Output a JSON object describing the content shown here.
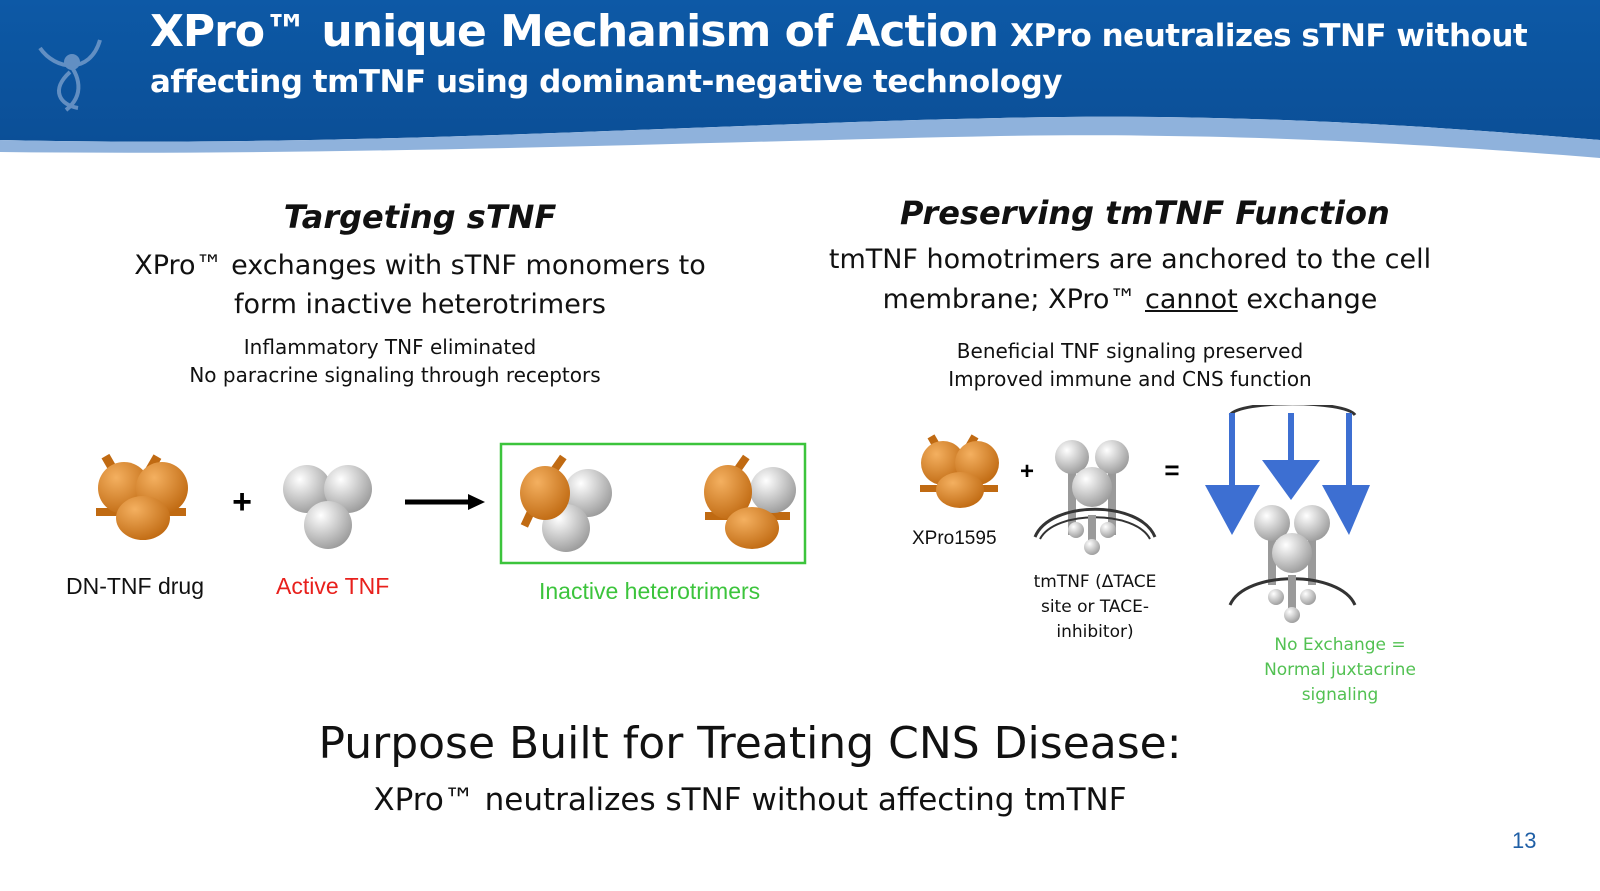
{
  "header": {
    "title_main": "XPro™ unique Mechanism of Action",
    "title_sub": "XPro neutralizes sTNF without",
    "title_line2": "affecting tmTNF using dominant-negative technology",
    "colors": {
      "band": "#0e5aa7",
      "band_light": "#5b8fc9"
    }
  },
  "left": {
    "title": "Targeting sTNF",
    "line1": "XPro™ exchanges with sTNF monomers to",
    "line2": "form inactive heterotrimers",
    "bullet1": "Inflammatory TNF eliminated",
    "bullet2": "No paracrine signaling through receptors",
    "label_drug": "DN-TNF drug",
    "label_active": "Active TNF",
    "label_inactive": "Inactive heterotrimers",
    "plus": "+"
  },
  "right": {
    "title": "Preserving tmTNF Function",
    "line1": "tmTNF homotrimers are anchored to the cell",
    "line2_pre": "membrane; XPro™ ",
    "line2_underlined": "cannot",
    "line2_post": " exchange",
    "bullet1": "Beneficial TNF signaling preserved",
    "bullet2": "Improved immune and CNS function",
    "label_xpro": "XPro1595",
    "tm_label_1": "tmTNF (ΔTACE",
    "tm_label_2": "site or TACE-",
    "tm_label_3": "inhibitor)",
    "no_exchange_1": "No Exchange =",
    "no_exchange_2": "Normal juxtacrine",
    "no_exchange_3": "signaling",
    "plus": "+",
    "equals": "="
  },
  "footer": {
    "headline": "Purpose Built for Treating CNS Disease:",
    "subline": "XPro™ neutralizes sTNF without affecting tmTNF",
    "page_number": "13"
  },
  "colors": {
    "orange": "#e08a2a",
    "red_label": "#e8201c",
    "green_label": "#3cc43c",
    "light_green_label": "#52c152",
    "blue_arrow": "#3d6fd2",
    "page_number": "#1f5fa6"
  }
}
